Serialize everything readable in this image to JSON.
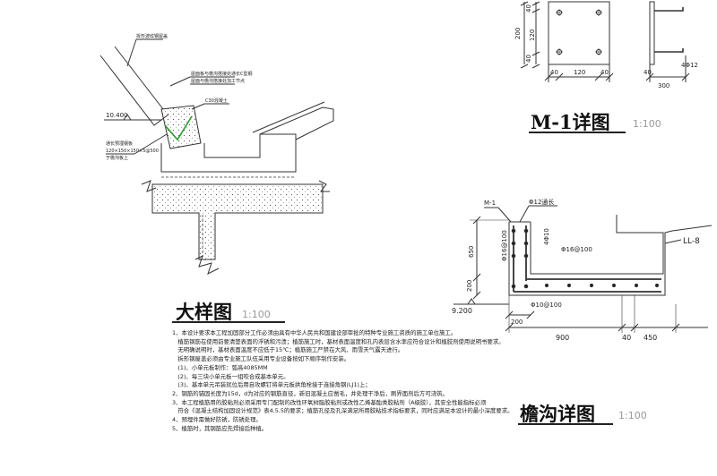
{
  "titles": {
    "dayang": "大样图",
    "dayang_scale": "1:100",
    "m1": "M-1详图",
    "m1_scale": "1:100",
    "yangou": "檐沟详图",
    "yangou_scale": "1:100"
  },
  "dayang_labels": {
    "top_callout": "拆形波纹钢屋盖",
    "mid_callout_1": "屋面板与檐沟搭接处通长C型钢",
    "mid_callout_2": "屋面与檐沟搭接处加工节点",
    "c30": "C30混凝土",
    "elevation": "10.400",
    "left_callout_1": "通长预埋钢板",
    "left_callout_2": "120×150×150×5@500",
    "left_callout_3": "于檐沟板上"
  },
  "m1_dims": {
    "left_200": "200",
    "left_40a": "40",
    "left_120": "120",
    "left_40b": "40",
    "bottom_40a": "40",
    "bottom_120": "120",
    "bottom_40b": "40",
    "right_40": "40",
    "right_300": "300",
    "right_4phi12": "4Φ12"
  },
  "yangou_labels": {
    "m1": "M-1",
    "phi12": "Φ12通长",
    "phi16_100_v": "Φ16@100",
    "four_phi10": "4Φ10",
    "phi16_100_h": "Φ16@100",
    "phi10_100": "Φ10@100",
    "ll8": "LL-8",
    "elev": "9.200",
    "dim_650": "650",
    "dim_200v": "200",
    "dim_200h": "200",
    "dim_900": "900",
    "dim_40": "40",
    "dim_450": "450"
  },
  "notes": [
    "1、本设计要求本工程加固部分工作必须由具有中华人民共和国建设部审批的特种专业施工资质的施工单位施工。",
    "　植筋钢筋在使用前要清楚表面的浮锈和污渍；植筋施工时，基材表面温度和孔内表层含水率应符合设计和植胶剂使用说明书要求。",
    "　无明确说明时，基材表面温度不应低于15℃；植筋施工严禁在大风、雨雪天气露天进行。",
    "　拆形钢屋盖必须由专业施工队伍采用专业设备按如下顺序制作安装。",
    "　(1)、小单元板制作：弧高4085MM",
    "　(2)、每三块小单元板一组咬合成基本单元。",
    "　(3)、基本单元吊装就位后用自攻螺钉将单元板拱角栓接于连接角钢(LJ1)上；",
    "2、钢筋的锚固长度为15d，d为对应的钢筋直径，新旧混凝土应凿毛，并处理干净后，刷界面剂后方可浇筑。",
    "3、本工程植筋用的胶粘剂必须采用专门配制的改性环氧树脂胶粘剂或改性乙烯基酯类胶粘剂（A级胶），其安全性能指标必须",
    "　符合《混凝土结构加固设计规范》表4.5.5的要求；植筋孔径及孔深满足所用胶粘技术指标要求，同时应满足本设计的最小深度要求。",
    "4、预埋件需做好防锈，防锈处理。",
    "5、植筋时，其钢筋应先焊接后种植。"
  ]
}
